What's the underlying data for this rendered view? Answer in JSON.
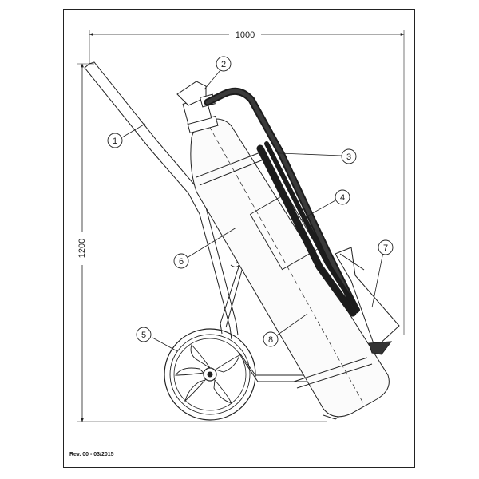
{
  "dimensions": {
    "width": "1000",
    "height": "1200"
  },
  "callouts": [
    "1",
    "2",
    "3",
    "4",
    "5",
    "6",
    "7",
    "8"
  ],
  "revision": "Rev. 00 - 03/2015",
  "colors": {
    "line": "#222222",
    "hose": "#3a3a3a",
    "hose_dark": "#1c1c1c"
  }
}
